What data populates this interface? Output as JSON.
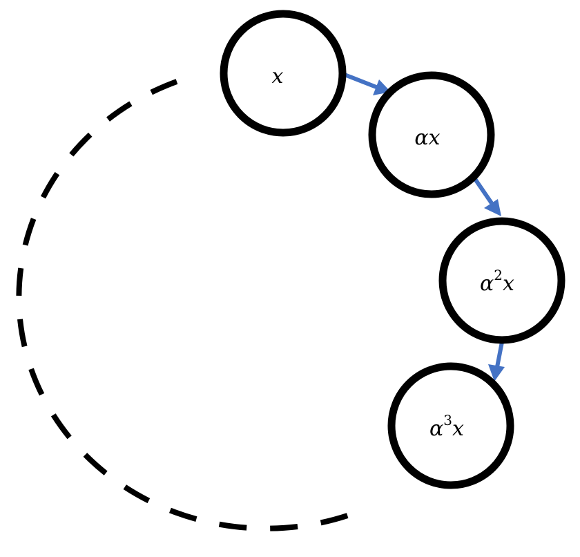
{
  "diagram": {
    "nodes": [
      {
        "id": "n0",
        "base": "x",
        "sup": ""
      },
      {
        "id": "n1",
        "base": "αx",
        "sup": ""
      },
      {
        "id": "n2",
        "base": "α",
        "sup": "2",
        "tail": "x"
      },
      {
        "id": "n3",
        "base": "α",
        "sup": "3",
        "tail": "x"
      }
    ],
    "edges": [
      {
        "from": "n0",
        "to": "n1"
      },
      {
        "from": "n1",
        "to": "n2"
      },
      {
        "from": "n2",
        "to": "n3"
      }
    ],
    "colors": {
      "node_stroke": "#000000",
      "arrow": "#4472c4",
      "dashed_arc": "#000000",
      "background": "#ffffff"
    }
  }
}
